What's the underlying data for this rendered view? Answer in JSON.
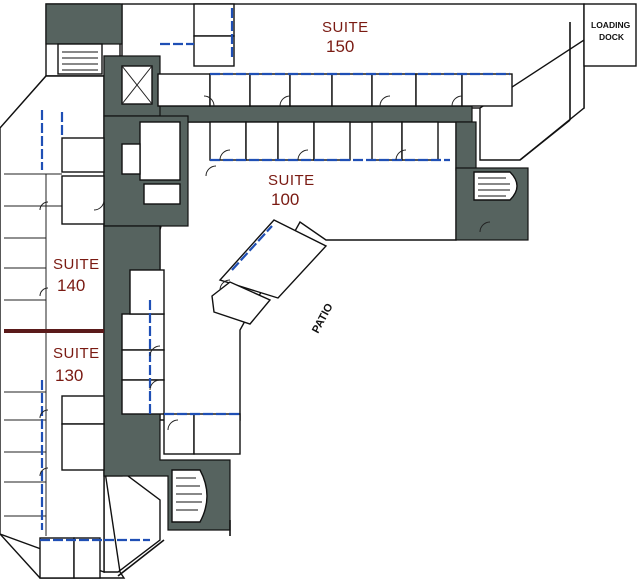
{
  "plan": {
    "suites": [
      {
        "id": "150",
        "label": "SUITE",
        "number": "150"
      },
      {
        "id": "100",
        "label": "SUITE",
        "number": "100"
      },
      {
        "id": "140",
        "label": "SUITE",
        "number": "140"
      },
      {
        "id": "130",
        "label": "SUITE",
        "number": "130"
      }
    ],
    "loading_dock": {
      "line1": "LOADING",
      "line2": "DOCK"
    },
    "patio": "PATIO"
  },
  "colors": {
    "core": "#56635f",
    "suite_text": "#7a1a12",
    "window": "#1f4fb5",
    "demising_wall": "#5a1a1a"
  }
}
